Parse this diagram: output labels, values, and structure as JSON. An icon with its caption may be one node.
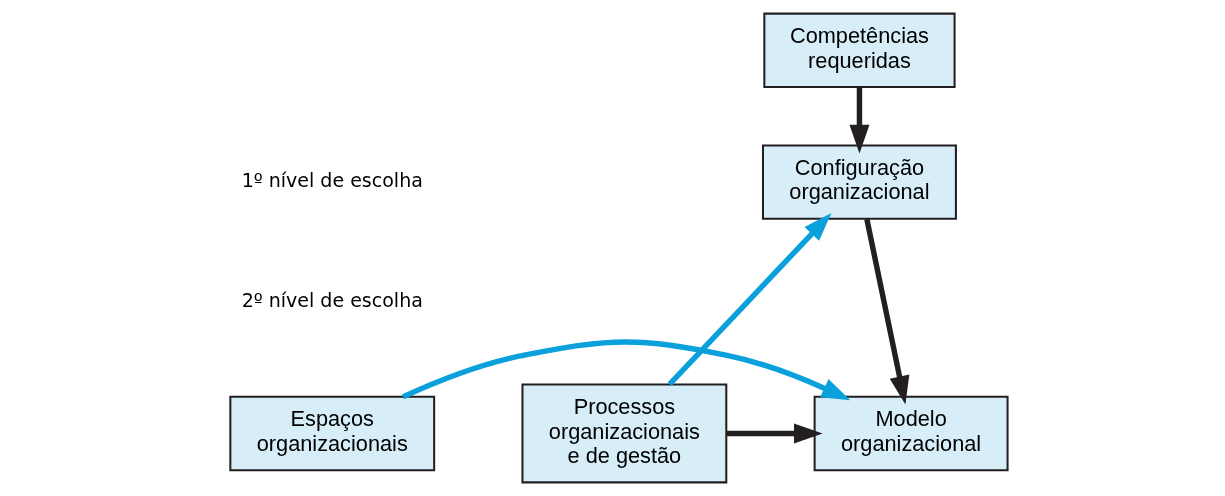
{
  "diagram": {
    "nodes": [
      {
        "text": [
          "Competências requeridas"
        ]
      },
      {
        "text": [
          "Configuração organizacional"
        ]
      },
      {
        "text": [
          "Processos organizacionais e de gestão"
        ]
      },
      {
        "text": [
          "Modelo organizacional"
        ]
      },
      {
        "text": [
          "Espaços organizacionais"
        ]
      }
    ],
    "edges": [
      {
        "from": 0,
        "to": 1,
        "arrow": "to"
      },
      {
        "from": 2,
        "to": 1,
        "arrow": "to",
        "color": "#0aa0dc"
      },
      {
        "from": 1,
        "to": 3,
        "arrow": "to"
      },
      {
        "from": 2,
        "to": 3,
        "arrow": "to"
      },
      {
        "from": 4,
        "to": 3,
        "arrow": "to",
        "color": "#0aa0dc"
      }
    ],
    "labels": [
      "1º nível de escolha",
      "2º nível de escolha"
    ]
  }
}
